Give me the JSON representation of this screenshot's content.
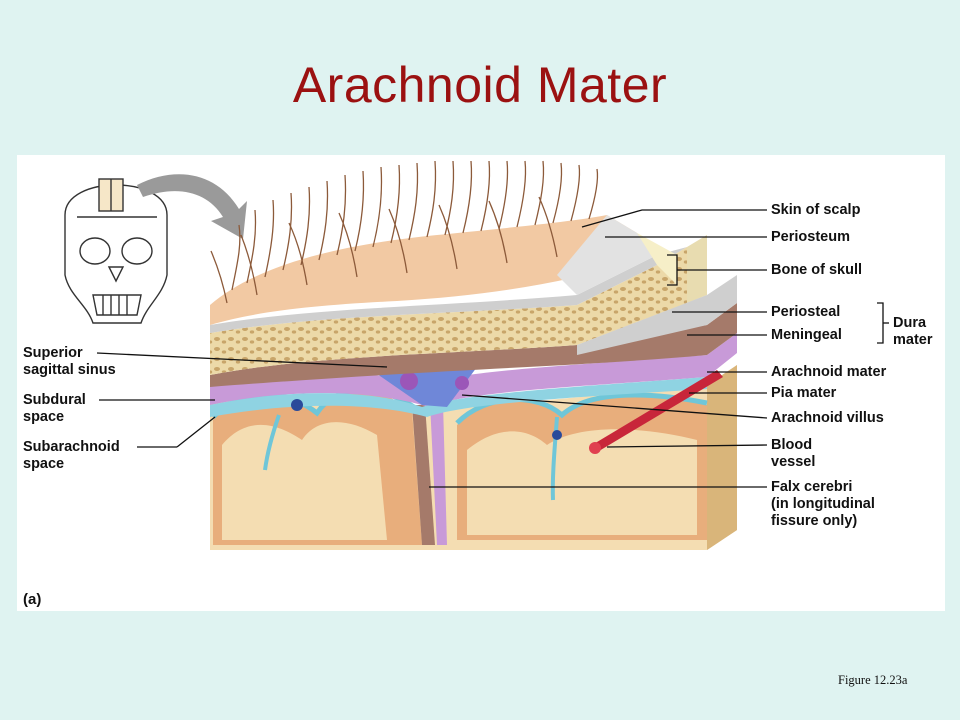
{
  "slide": {
    "title": "Arachnoid Mater",
    "caption": "Figure 12.23a"
  },
  "figure": {
    "panel_letter": "(a)",
    "labels": {
      "skin_of_scalp": "Skin of scalp",
      "periosteum": "Periosteum",
      "bone_of_skull": "Bone of skull",
      "periosteal": "Periosteal",
      "meningeal": "Meningeal",
      "dura_mater": "Dura\nmater",
      "arachnoid_mater": "Arachnoid mater",
      "pia_mater": "Pia mater",
      "arachnoid_villus": "Arachnoid villus",
      "blood_vessel": "Blood\nvessel",
      "falx_cerebri": "Falx cerebri\n(in longitudinal\nfissure only)",
      "superior_sagittal_sinus": "Superior\nsagittal sinus",
      "subdural_space": "Subdural\nspace",
      "subarachnoid_space": "Subarachnoid\nspace"
    }
  },
  "colors": {
    "title": "#9b1111",
    "background": "#dff3f1",
    "scalp": "#f2c9a3",
    "bone": "#ecd9a8",
    "dura": "#a57a6a",
    "arachnoid": "#c89ad8",
    "pia": "#6fc6d8",
    "brain_cortex": "#e9b07f",
    "sinus": "#6f87d8"
  }
}
